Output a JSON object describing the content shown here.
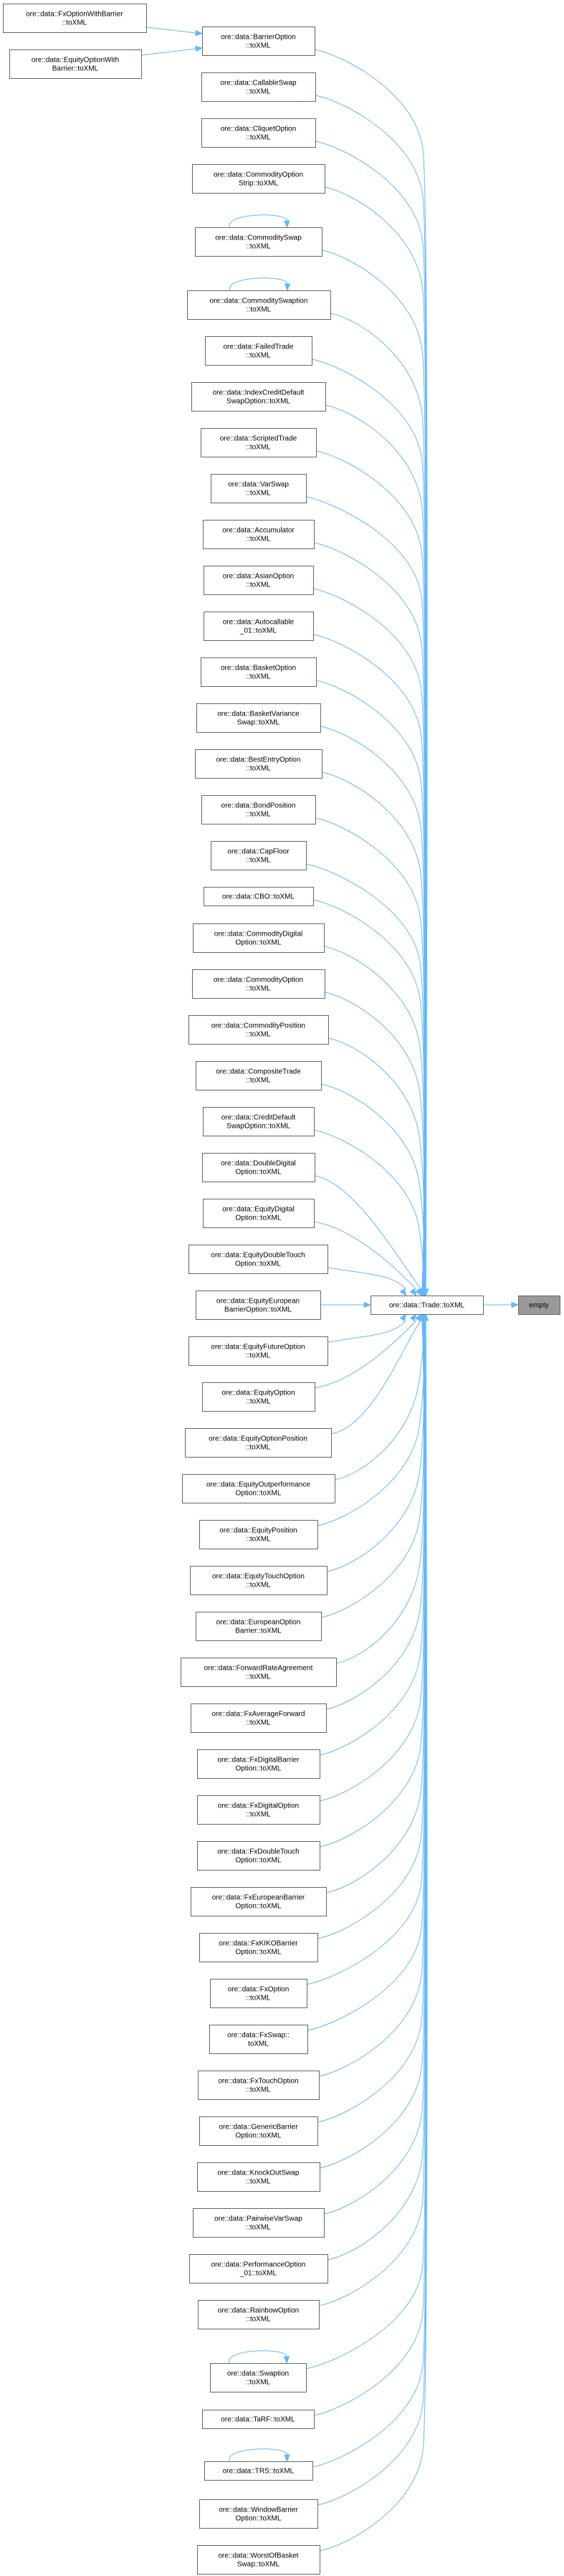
{
  "diagram": {
    "type": "doxygen-caller-graph",
    "edge_color": "#63b8ff",
    "node_border_color": "#666666",
    "focus_fill_color": "#999999",
    "focus_node": {
      "id": "empty",
      "lines": [
        "empty"
      ]
    },
    "hub_node": {
      "id": "trade-toxml",
      "lines": [
        "ore::data::Trade::toXML"
      ]
    },
    "outer_callers": [
      {
        "id": "fxoptionwithbarrier",
        "lines": [
          "ore::data::FxOptionWithBarrier",
          "::toXML"
        ],
        "calls": "barrieroption"
      },
      {
        "id": "equityoptionwithbarrier",
        "lines": [
          "ore::data::EquityOptionWith",
          "Barrier::toXML"
        ],
        "calls": "barrieroption"
      }
    ],
    "callers": [
      {
        "id": "barrieroption",
        "lines": [
          "ore::data::BarrierOption",
          "::toXML"
        ],
        "self_loop": false
      },
      {
        "id": "callableswap",
        "lines": [
          "ore::data::CallableSwap",
          "::toXML"
        ],
        "self_loop": false
      },
      {
        "id": "cliquetoption",
        "lines": [
          "ore::data::CliquetOption",
          "::toXML"
        ],
        "self_loop": false
      },
      {
        "id": "commodityoptionstrip",
        "lines": [
          "ore::data::CommodityOption",
          "Strip::toXML"
        ],
        "self_loop": false
      },
      {
        "id": "commodityswap",
        "lines": [
          "ore::data::CommoditySwap",
          "::toXML"
        ],
        "self_loop": true
      },
      {
        "id": "commodityswaption",
        "lines": [
          "ore::data::CommoditySwaption",
          "::toXML"
        ],
        "self_loop": true
      },
      {
        "id": "failedtrade",
        "lines": [
          "ore::data::FailedTrade",
          "::toXML"
        ],
        "self_loop": false
      },
      {
        "id": "indexcreditdefaultswapoption",
        "lines": [
          "ore::data::IndexCreditDefault",
          "SwapOption::toXML"
        ],
        "self_loop": false
      },
      {
        "id": "scriptedtrade",
        "lines": [
          "ore::data::ScriptedTrade",
          "::toXML"
        ],
        "self_loop": false
      },
      {
        "id": "varswap",
        "lines": [
          "ore::data::VarSwap",
          "::toXML"
        ],
        "self_loop": false
      },
      {
        "id": "accumulator",
        "lines": [
          "ore::data::Accumulator",
          "::toXML"
        ],
        "self_loop": false
      },
      {
        "id": "asianoption",
        "lines": [
          "ore::data::AsianOption",
          "::toXML"
        ],
        "self_loop": false
      },
      {
        "id": "autocallable01",
        "lines": [
          "ore::data::Autocallable",
          "_01::toXML"
        ],
        "self_loop": false
      },
      {
        "id": "basketoption",
        "lines": [
          "ore::data::BasketOption",
          "::toXML"
        ],
        "self_loop": false
      },
      {
        "id": "basketvarianceswap",
        "lines": [
          "ore::data::BasketVariance",
          "Swap::toXML"
        ],
        "self_loop": false
      },
      {
        "id": "bestentryoption",
        "lines": [
          "ore::data::BestEntryOption",
          "::toXML"
        ],
        "self_loop": false
      },
      {
        "id": "bondposition",
        "lines": [
          "ore::data::BondPosition",
          "::toXML"
        ],
        "self_loop": false
      },
      {
        "id": "capfloor",
        "lines": [
          "ore::data::CapFloor",
          "::toXML"
        ],
        "self_loop": false
      },
      {
        "id": "cbo",
        "lines": [
          "ore::data::CBO::toXML"
        ],
        "self_loop": false
      },
      {
        "id": "commoditydigitaloption",
        "lines": [
          "ore::data::CommodityDigital",
          "Option::toXML"
        ],
        "self_loop": false
      },
      {
        "id": "commodityoption",
        "lines": [
          "ore::data::CommodityOption",
          "::toXML"
        ],
        "self_loop": false
      },
      {
        "id": "commodityposition",
        "lines": [
          "ore::data::CommodityPosition",
          "::toXML"
        ],
        "self_loop": false
      },
      {
        "id": "compositetrade",
        "lines": [
          "ore::data::CompositeTrade",
          "::toXML"
        ],
        "self_loop": false
      },
      {
        "id": "creditdefaultswapoption",
        "lines": [
          "ore::data::CreditDefault",
          "SwapOption::toXML"
        ],
        "self_loop": false
      },
      {
        "id": "doubledigitaloption",
        "lines": [
          "ore::data::DoubleDigital",
          "Option::toXML"
        ],
        "self_loop": false
      },
      {
        "id": "equitydigitaloption",
        "lines": [
          "ore::data::EquityDigital",
          "Option::toXML"
        ],
        "self_loop": false
      },
      {
        "id": "equitydoubletouchoption",
        "lines": [
          "ore::data::EquityDoubleTouch",
          "Option::toXML"
        ],
        "self_loop": false
      },
      {
        "id": "equityeuropeanbarrieroption",
        "lines": [
          "ore::data::EquityEuropean",
          "BarrierOption::toXML"
        ],
        "self_loop": false
      },
      {
        "id": "equityfutureoption",
        "lines": [
          "ore::data::EquityFutureOption",
          "::toXML"
        ],
        "self_loop": false
      },
      {
        "id": "equityoption",
        "lines": [
          "ore::data::EquityOption",
          "::toXML"
        ],
        "self_loop": false
      },
      {
        "id": "equityoptionposition",
        "lines": [
          "ore::data::EquityOptionPosition",
          "::toXML"
        ],
        "self_loop": false
      },
      {
        "id": "equityoutperformanceoption",
        "lines": [
          "ore::data::EquityOutperformance",
          "Option::toXML"
        ],
        "self_loop": false
      },
      {
        "id": "equityposition",
        "lines": [
          "ore::data::EquityPosition",
          "::toXML"
        ],
        "self_loop": false
      },
      {
        "id": "equitytouchoption",
        "lines": [
          "ore::data::EquityTouchOption",
          "::toXML"
        ],
        "self_loop": false
      },
      {
        "id": "europeanoptionbarrier",
        "lines": [
          "ore::data::EuropeanOption",
          "Barrier::toXML"
        ],
        "self_loop": false
      },
      {
        "id": "forwardrateagreement",
        "lines": [
          "ore::data::ForwardRateAgreement",
          "::toXML"
        ],
        "self_loop": false
      },
      {
        "id": "fxaverageforward",
        "lines": [
          "ore::data::FxAverageForward",
          "::toXML"
        ],
        "self_loop": false
      },
      {
        "id": "fxdigitalbarrieroption",
        "lines": [
          "ore::data::FxDigitalBarrier",
          "Option::toXML"
        ],
        "self_loop": false
      },
      {
        "id": "fxdigitaloption",
        "lines": [
          "ore::data::FxDigitalOption",
          "::toXML"
        ],
        "self_loop": false
      },
      {
        "id": "fxdoubletouchoption",
        "lines": [
          "ore::data::FxDoubleTouch",
          "Option::toXML"
        ],
        "self_loop": false
      },
      {
        "id": "fxeuropeanbarrieroption",
        "lines": [
          "ore::data::FxEuropeanBarrier",
          "Option::toXML"
        ],
        "self_loop": false
      },
      {
        "id": "fxkikobarrieroption",
        "lines": [
          "ore::data::FxKIKOBarrier",
          "Option::toXML"
        ],
        "self_loop": false
      },
      {
        "id": "fxoption",
        "lines": [
          "ore::data::FxOption",
          "::toXML"
        ],
        "self_loop": false
      },
      {
        "id": "fxswap",
        "lines": [
          "ore::data::FxSwap::",
          "toXML"
        ],
        "self_loop": false
      },
      {
        "id": "fxtouchoption",
        "lines": [
          "ore::data::FxTouchOption",
          "::toXML"
        ],
        "self_loop": false
      },
      {
        "id": "genericbarrieroption",
        "lines": [
          "ore::data::GenericBarrier",
          "Option::toXML"
        ],
        "self_loop": false
      },
      {
        "id": "knockoutswap",
        "lines": [
          "ore::data::KnockOutSwap",
          "::toXML"
        ],
        "self_loop": false
      },
      {
        "id": "pairwisevarswap",
        "lines": [
          "ore::data::PairwiseVarSwap",
          "::toXML"
        ],
        "self_loop": false
      },
      {
        "id": "performanceoption01",
        "lines": [
          "ore::data::PerformanceOption",
          "_01::toXML"
        ],
        "self_loop": false
      },
      {
        "id": "rainbowoption",
        "lines": [
          "ore::data::RainbowOption",
          "::toXML"
        ],
        "self_loop": false
      },
      {
        "id": "swaption",
        "lines": [
          "ore::data::Swaption",
          "::toXML"
        ],
        "self_loop": true
      },
      {
        "id": "tarf",
        "lines": [
          "ore::data::TaRF::toXML"
        ],
        "self_loop": false
      },
      {
        "id": "trs",
        "lines": [
          "ore::data::TRS::toXML"
        ],
        "self_loop": true
      },
      {
        "id": "windowbarrieroption",
        "lines": [
          "ore::data::WindowBarrier",
          "Option::toXML"
        ],
        "self_loop": false
      },
      {
        "id": "worstofbasketswap",
        "lines": [
          "ore::data::WorstOfBasket",
          "Swap::toXML"
        ],
        "self_loop": false
      }
    ]
  }
}
